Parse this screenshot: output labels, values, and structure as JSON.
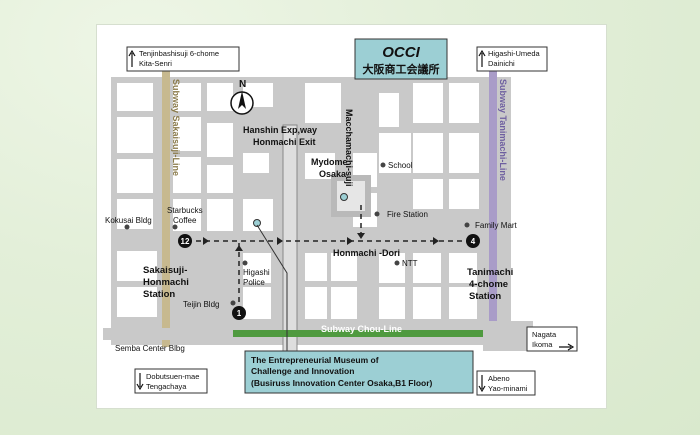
{
  "logo": {
    "mark": "OCCI",
    "name": "大阪商工会議所",
    "color": "#9ccfd4"
  },
  "subway_lines": {
    "sakaisuji": {
      "label": "Subway Sakaisuji-Line",
      "color": "#c7b98f"
    },
    "tanimachi": {
      "label": "Subway Tanimachi-Line",
      "color": "#a99cc8"
    },
    "chuo": {
      "label": "Subway Chou-Line",
      "color": "#4f9a3f"
    }
  },
  "direction_signs": {
    "top_left": [
      "Tenjinbashisuji 6-chome",
      "Kita-Senri"
    ],
    "top_right": [
      "Higashi-Umeda",
      "Dainichi"
    ],
    "bottom_left": [
      "Dobutsuen-mae",
      "Tengachaya"
    ],
    "bottom_right": [
      "Abeno",
      "Yao-minami"
    ],
    "right": [
      "Nagata",
      "Ikoma"
    ]
  },
  "compass": "N",
  "roads": {
    "expressway": [
      "Hanshin Exp,way",
      "Honmachi Exit"
    ],
    "macchamachi": "Macchamachi-suji",
    "honmachi_dori": "Honmachi -Dori"
  },
  "landmarks": {
    "mydome": [
      "Mydome",
      "Osaka"
    ],
    "school": "School",
    "fire_station": "Fire Station",
    "family_mart": "Family Mart",
    "ntt": "NTT",
    "kokusai": "Kokusai Bldg",
    "starbucks": [
      "Starbucks",
      "Coffee"
    ],
    "police": [
      "Higashi",
      "Police"
    ],
    "teijin": "Teijin Bldg",
    "semba": "Semba Center Blbg"
  },
  "stations": {
    "sakaisuji": [
      "Sakaisuji-",
      "Honmachi",
      "Station"
    ],
    "tanimachi": [
      "Tanimachi",
      "4-chome",
      "Station"
    ]
  },
  "exits": [
    "12",
    "4",
    "1"
  ],
  "museum": [
    "The Entrepreneurial Museum of",
    "Challenge and Innovation",
    "(Busiruss Innovation Center Osaka,B1 Floor)"
  ]
}
